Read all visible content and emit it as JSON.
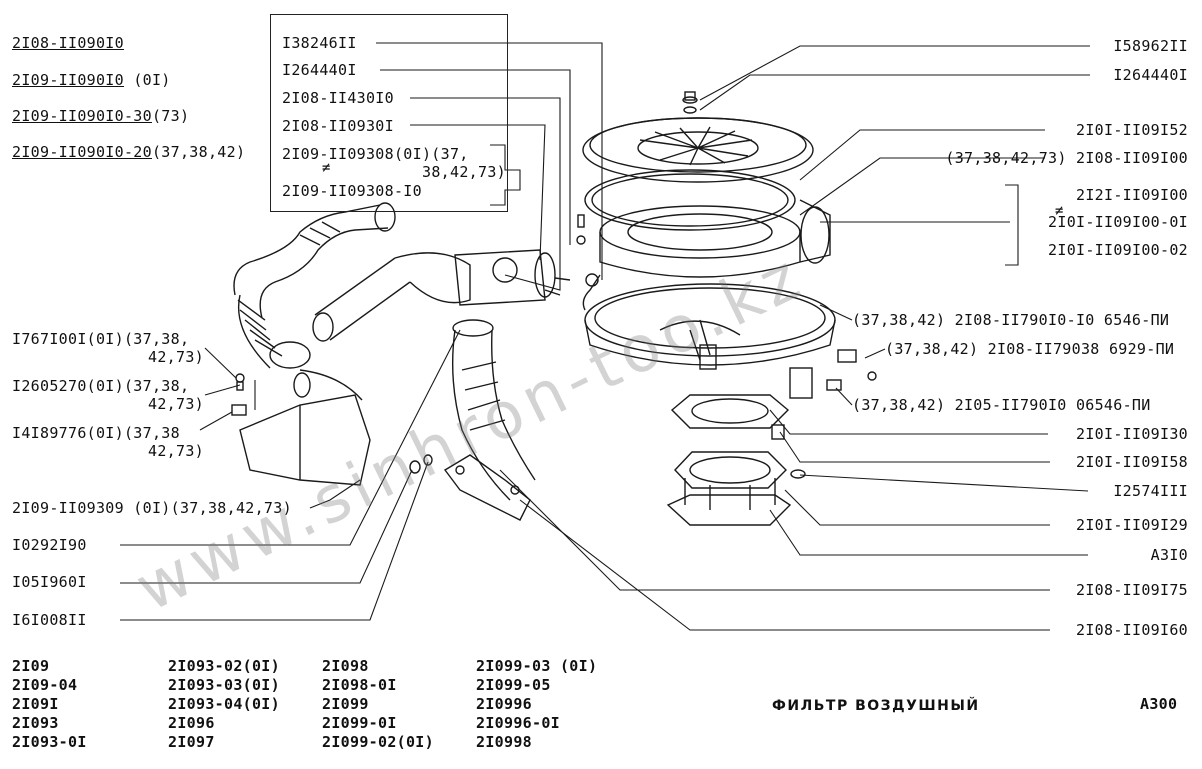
{
  "models_header": [
    {
      "code": "2I08-II090I0",
      "suffix": ""
    },
    {
      "code": "2I09-II090I0",
      "suffix": " (0I)"
    },
    {
      "code": "2I09-II090I0-30",
      "suffix": "(73)"
    },
    {
      "code": "2I09-II090I0-20",
      "suffix": "(37,38,42)"
    }
  ],
  "box_parts": {
    "line1": "I38246II",
    "line2": "I264440I",
    "line3": "2I08-II430I0",
    "line4": "2I08-II0930I",
    "line5": "2I09-II09308(0I)(37,",
    "line6": "38,42,73)",
    "line7": "2I09-II09308-I0"
  },
  "right_parts": {
    "p1": "I58962II",
    "p2": "I264440I",
    "p3": "2I0I-II09I52",
    "p4": "(37,38,42,73) 2I08-II09I00",
    "p5": "2I2I-II09I00",
    "p6": "2I0I-II09I00-0I",
    "p7": "2I0I-II09I00-02",
    "p8": "(37,38,42) 2I08-II790I0-I0 6546-ПИ",
    "p9": "(37,38,42) 2I08-II79038 6929-ПИ",
    "p10": "(37,38,42) 2I05-II790I0 06546-ПИ",
    "p11": "2I0I-II09I30",
    "p12": "2I0I-II09I58",
    "p13": "I2574III",
    "p14": "2I0I-II09I29",
    "p15": "A3I0",
    "p16": "2I08-II09I75",
    "p17": "2I08-II09I60"
  },
  "left_parts": {
    "l1a": "I767I00I(0I)(37,38,",
    "l1b": "42,73)",
    "l2a": "I2605270(0I)(37,38,",
    "l2b": "42,73)",
    "l3a": "I4I89776(0I)(37,38",
    "l3b": "42,73)",
    "l4": "2I09-II09309 (0I)(37,38,42,73)",
    "l5": "I0292I90",
    "l6": "I05I960I",
    "l7": "I6I008II"
  },
  "applicability": [
    [
      "2I09",
      "2I09-04",
      "2I09I",
      "2I093",
      "2I093-0I"
    ],
    [
      "2I093-02(0I)",
      "2I093-03(0I)",
      "2I093-04(0I)",
      "2I096",
      "2I097"
    ],
    [
      "2I098",
      "2I098-0I",
      "2I099",
      "2I099-0I",
      "2I099-02(0I)"
    ],
    [
      "2I099-03 (0I)",
      "2I099-05",
      "2I0996",
      "2I0996-0I",
      "2I0998"
    ]
  ],
  "title": "ФИЛЬТР ВОЗДУШНЫЙ",
  "page_code": "A300",
  "watermark": "www.sinhron-too.kz",
  "colors": {
    "ink": "#111111",
    "watermark": "#8c8c8c"
  }
}
